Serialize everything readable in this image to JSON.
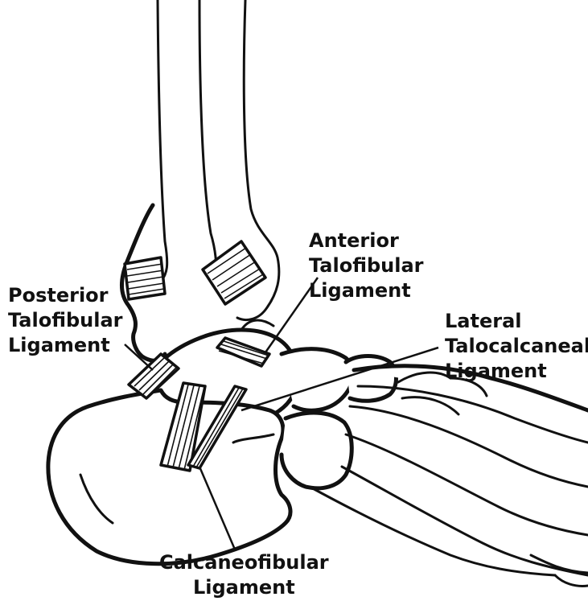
{
  "labels": {
    "anterior": [
      "Anterior",
      "Talofibular",
      "Ligament"
    ],
    "posterior": [
      "Posterior",
      "Talofibular",
      "Ligament"
    ],
    "lateral": [
      "Lateral",
      "Talocalcaneal",
      "Ligament"
    ],
    "calcaneofibular": [
      "Calcaneofibular",
      "Ligament"
    ]
  },
  "colors": {
    "ink": "#111111",
    "background": "#ffffff"
  }
}
